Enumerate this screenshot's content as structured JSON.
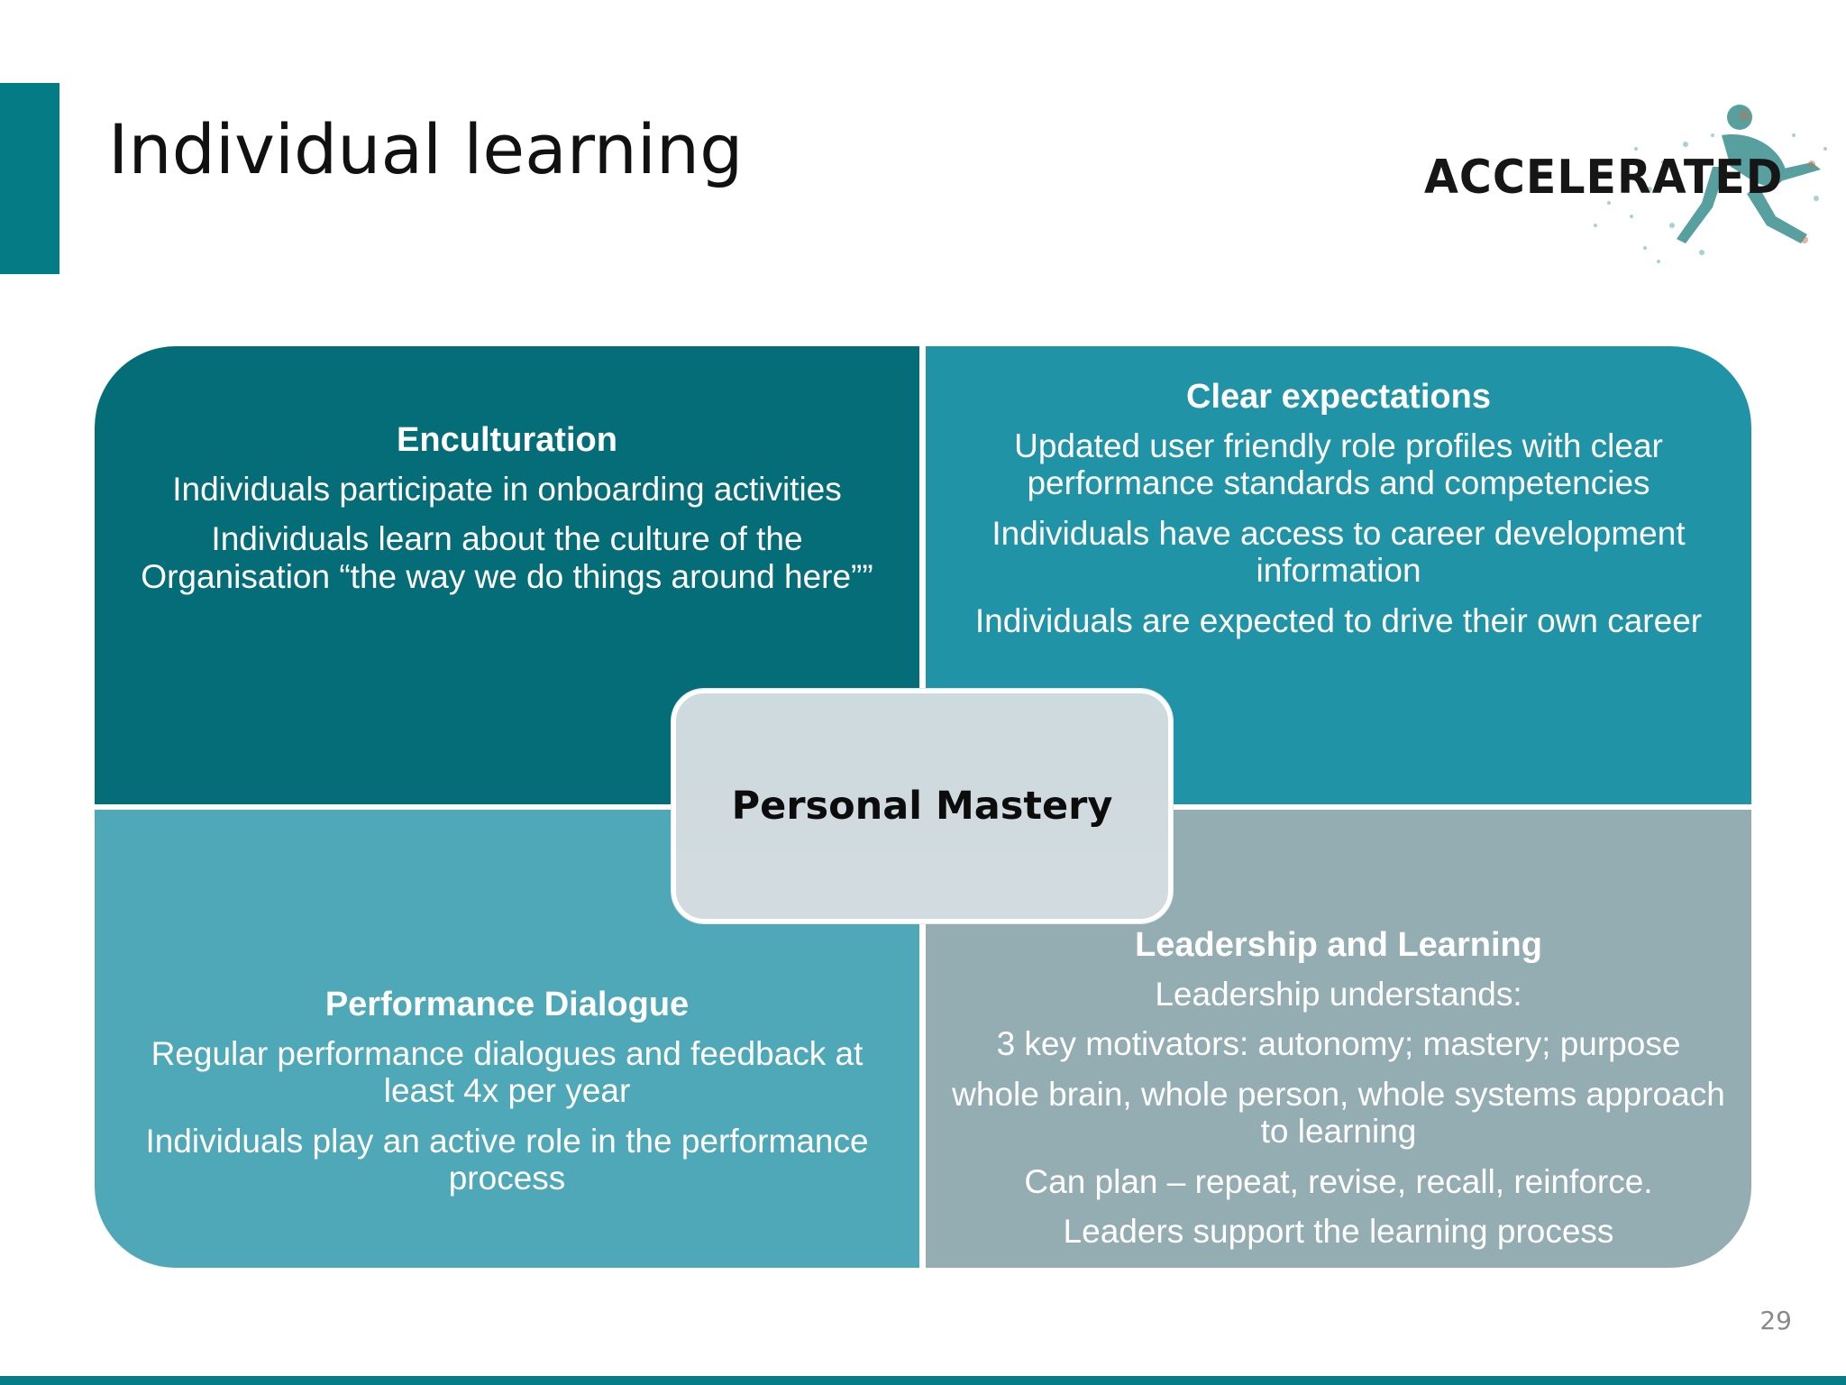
{
  "slide": {
    "title": "Individual learning",
    "page_number": "29"
  },
  "logo": {
    "text": "ACCELERATED"
  },
  "center": {
    "label": "Personal Mastery"
  },
  "quadrants": {
    "top_left": {
      "heading": "Enculturation",
      "lines": [
        "Individuals participate in onboarding activities",
        "Individuals learn about the culture of the Organisation “the way we do things around here””"
      ]
    },
    "top_right": {
      "heading": "Clear expectations",
      "lines": [
        "Updated user friendly role profiles with clear performance standards and competencies",
        "Individuals have access to career development information",
        "Individuals are expected to drive their own career"
      ]
    },
    "bottom_left": {
      "heading": "Performance Dialogue",
      "lines": [
        "Regular performance dialogues and feedback at least 4x per year",
        "Individuals play an active role in the performance process"
      ]
    },
    "bottom_right": {
      "heading": "Leadership and Learning",
      "lines": [
        "Leadership understands:",
        "3 key motivators: autonomy; mastery; purpose",
        "whole brain, whole person, whole systems approach to learning",
        "Can plan – repeat, revise, recall, reinforce.",
        "Leaders support the learning process"
      ]
    }
  },
  "colors": {
    "accent": "#057b86",
    "top_left": "#056d78",
    "top_right": "#2193a7",
    "bottom_left": "#4fa8b8",
    "bottom_right": "#93adb2",
    "center": "#cfdadf"
  }
}
